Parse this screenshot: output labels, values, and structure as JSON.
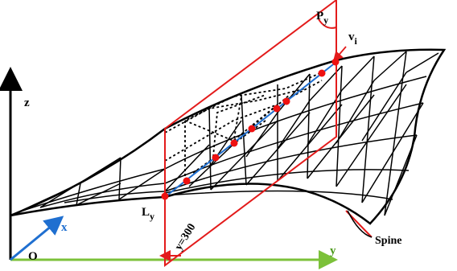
{
  "labels": {
    "z_axis": "z",
    "x_axis": "x",
    "y_axis": "y",
    "origin": "O",
    "plane_main": "P",
    "plane_sub": "y",
    "line_main": "L",
    "line_sub": "y",
    "vertex_main": "v",
    "vertex_sub": "i",
    "section_value": "y=300",
    "spine": "Spine"
  },
  "colors": {
    "mesh": "#000000",
    "plane": "#e31b1b",
    "points": "#ee1111",
    "x_axis": "#1f6fd0",
    "y_axis": "#7cc13a",
    "z_axis": "#000000"
  }
}
